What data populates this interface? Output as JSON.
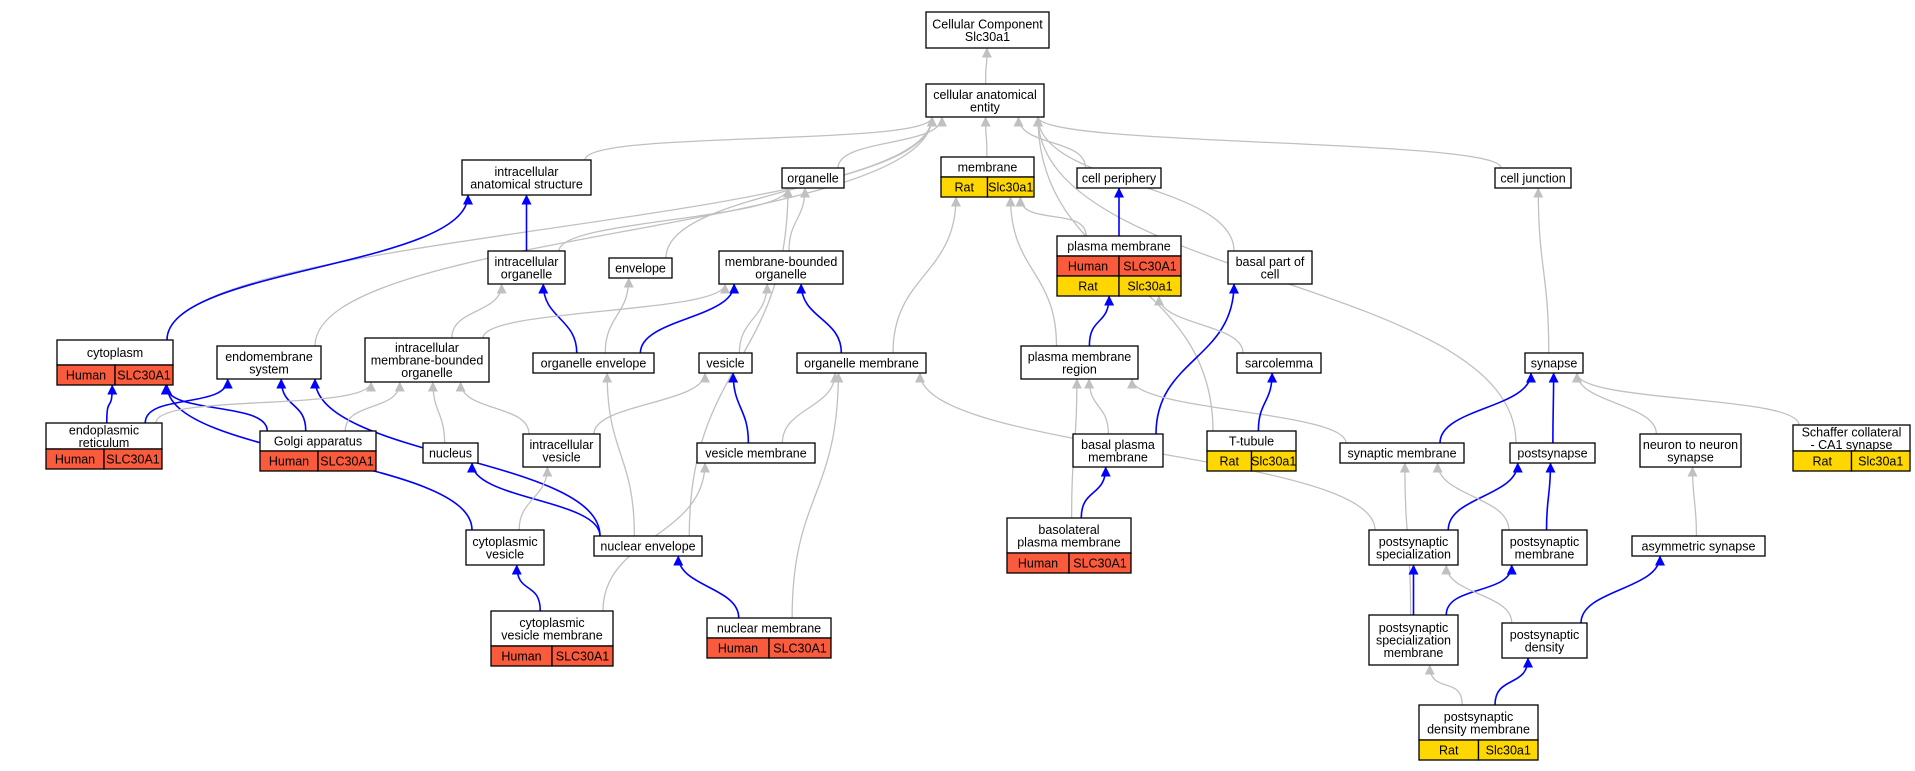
{
  "colors": {
    "human": "#f95b3c",
    "rat": "#ffd700",
    "part_of_edge": "#0000ff",
    "is_a_edge": "#c0c0c0"
  },
  "nodes": {
    "root": [
      "Cellular Component",
      "Slc30a1"
    ],
    "cae": [
      "cellular anatomical",
      "entity"
    ],
    "ias": [
      "intracellular",
      "anatomical structure"
    ],
    "organelle": [
      "organelle"
    ],
    "membrane": [
      "membrane"
    ],
    "cellperiph": [
      "cell periphery"
    ],
    "celljunction": [
      "cell junction"
    ],
    "intracellorg": [
      "intracellular",
      "organelle"
    ],
    "envelope": [
      "envelope"
    ],
    "mbo": [
      "membrane-bounded",
      "organelle"
    ],
    "plasmamem": [
      "plasma membrane"
    ],
    "basalpart": [
      "basal part of",
      "cell"
    ],
    "cytoplasm": [
      "cytoplasm"
    ],
    "endomem": [
      "endomembrane",
      "system"
    ],
    "imbo": [
      "intracellular",
      "membrane-bounded",
      "organelle"
    ],
    "orgenv": [
      "organelle envelope"
    ],
    "vesicle": [
      "vesicle"
    ],
    "orgmem": [
      "organelle membrane"
    ],
    "pmregion": [
      "plasma membrane",
      "region"
    ],
    "sarcolemma": [
      "sarcolemma"
    ],
    "synapse": [
      "synapse"
    ],
    "er": [
      "endoplasmic",
      "reticulum"
    ],
    "golgi": [
      "Golgi apparatus"
    ],
    "nucleus": [
      "nucleus"
    ],
    "icvesicle": [
      "intracellular",
      "vesicle"
    ],
    "vesmem": [
      "vesicle membrane"
    ],
    "basalpm": [
      "basal plasma",
      "membrane"
    ],
    "ttubule": [
      "T-tubule"
    ],
    "synmem": [
      "synaptic membrane"
    ],
    "postsynapse": [
      "postsynapse"
    ],
    "n2n": [
      "neuron to neuron",
      "synapse"
    ],
    "schaffer": [
      "Schaffer collateral",
      "- CA1 synapse"
    ],
    "cytovesicle": [
      "cytoplasmic",
      "vesicle"
    ],
    "nucenv": [
      "nuclear envelope"
    ],
    "basolateral": [
      "basolateral",
      "plasma membrane"
    ],
    "pss": [
      "postsynaptic",
      "specialization"
    ],
    "psm": [
      "postsynaptic",
      "membrane"
    ],
    "asym": [
      "asymmetric synapse"
    ],
    "cvm": [
      "cytoplasmic",
      "vesicle membrane"
    ],
    "nucmem": [
      "nuclear membrane"
    ],
    "pssm": [
      "postsynaptic",
      "specialization",
      "membrane"
    ],
    "psd": [
      "postsynaptic",
      "density"
    ],
    "psdm": [
      "postsynaptic",
      "density membrane"
    ]
  },
  "annotations": {
    "membrane": [
      [
        "Rat",
        "Slc30a1"
      ]
    ],
    "plasmamem": [
      [
        "Human",
        "SLC30A1"
      ],
      [
        "Rat",
        "Slc30a1"
      ]
    ],
    "cytoplasm": [
      [
        "Human",
        "SLC30A1"
      ]
    ],
    "er": [
      [
        "Human",
        "SLC30A1"
      ]
    ],
    "golgi": [
      [
        "Human",
        "SLC30A1"
      ]
    ],
    "ttubule": [
      [
        "Rat",
        "Slc30a1"
      ]
    ],
    "schaffer": [
      [
        "Rat",
        "Slc30a1"
      ]
    ],
    "basolateral": [
      [
        "Human",
        "SLC30A1"
      ]
    ],
    "cvm": [
      [
        "Human",
        "SLC30A1"
      ]
    ],
    "nucmem": [
      [
        "Human",
        "SLC30A1"
      ]
    ],
    "psdm": [
      [
        "Rat",
        "Slc30a1"
      ]
    ]
  },
  "edges": [
    {
      "from": "cae",
      "to": "root",
      "type": "is_a"
    },
    {
      "from": "ias",
      "to": "cae",
      "type": "is_a"
    },
    {
      "from": "organelle",
      "to": "cae",
      "type": "is_a"
    },
    {
      "from": "membrane",
      "to": "cae",
      "type": "is_a"
    },
    {
      "from": "cellperiph",
      "to": "cae",
      "type": "is_a"
    },
    {
      "from": "celljunction",
      "to": "cae",
      "type": "is_a"
    },
    {
      "from": "cytoplasm",
      "to": "cae",
      "type": "is_a"
    },
    {
      "from": "endomem",
      "to": "cae",
      "type": "is_a"
    },
    {
      "from": "envelope",
      "to": "cae",
      "type": "is_a"
    },
    {
      "from": "basalpart",
      "to": "cae",
      "type": "is_a"
    },
    {
      "from": "ttubule",
      "to": "cae",
      "type": "is_a"
    },
    {
      "from": "postsynapse",
      "to": "cae",
      "type": "is_a"
    },
    {
      "from": "cytoplasm",
      "to": "ias",
      "type": "part_of"
    },
    {
      "from": "intracellorg",
      "to": "ias",
      "type": "part_of"
    },
    {
      "from": "intracellorg",
      "to": "organelle",
      "type": "is_a"
    },
    {
      "from": "mbo",
      "to": "organelle",
      "type": "is_a"
    },
    {
      "from": "nucenv",
      "to": "organelle",
      "type": "is_a"
    },
    {
      "from": "plasmamem",
      "to": "cellperiph",
      "type": "part_of"
    },
    {
      "from": "plasmamem",
      "to": "membrane",
      "type": "is_a"
    },
    {
      "from": "orgmem",
      "to": "membrane",
      "type": "is_a"
    },
    {
      "from": "pmregion",
      "to": "membrane",
      "type": "is_a"
    },
    {
      "from": "orgenv",
      "to": "envelope",
      "type": "is_a"
    },
    {
      "from": "orgenv",
      "to": "intracellorg",
      "type": "part_of"
    },
    {
      "from": "orgenv",
      "to": "mbo",
      "type": "part_of"
    },
    {
      "from": "orgmem",
      "to": "mbo",
      "type": "part_of"
    },
    {
      "from": "vesicle",
      "to": "mbo",
      "type": "is_a"
    },
    {
      "from": "imbo",
      "to": "intracellorg",
      "type": "is_a"
    },
    {
      "from": "imbo",
      "to": "mbo",
      "type": "is_a"
    },
    {
      "from": "basalpm",
      "to": "basalpart",
      "type": "part_of"
    },
    {
      "from": "pmregion",
      "to": "plasmamem",
      "type": "part_of"
    },
    {
      "from": "sarcolemma",
      "to": "plasmamem",
      "type": "is_a"
    },
    {
      "from": "synapse",
      "to": "celljunction",
      "type": "is_a"
    },
    {
      "from": "er",
      "to": "cytoplasm",
      "type": "part_of"
    },
    {
      "from": "golgi",
      "to": "cytoplasm",
      "type": "part_of"
    },
    {
      "from": "cytovesicle",
      "to": "cytoplasm",
      "type": "part_of"
    },
    {
      "from": "er",
      "to": "endomem",
      "type": "part_of"
    },
    {
      "from": "golgi",
      "to": "endomem",
      "type": "part_of"
    },
    {
      "from": "nucenv",
      "to": "endomem",
      "type": "part_of"
    },
    {
      "from": "er",
      "to": "imbo",
      "type": "is_a"
    },
    {
      "from": "golgi",
      "to": "imbo",
      "type": "is_a"
    },
    {
      "from": "nucleus",
      "to": "imbo",
      "type": "is_a"
    },
    {
      "from": "icvesicle",
      "to": "imbo",
      "type": "is_a"
    },
    {
      "from": "nucenv",
      "to": "orgenv",
      "type": "is_a"
    },
    {
      "from": "vesmem",
      "to": "vesicle",
      "type": "part_of"
    },
    {
      "from": "icvesicle",
      "to": "vesicle",
      "type": "is_a"
    },
    {
      "from": "vesmem",
      "to": "orgmem",
      "type": "is_a"
    },
    {
      "from": "nucmem",
      "to": "orgmem",
      "type": "is_a"
    },
    {
      "from": "basalpm",
      "to": "pmregion",
      "type": "is_a"
    },
    {
      "from": "basolateral",
      "to": "pmregion",
      "type": "is_a"
    },
    {
      "from": "synmem",
      "to": "pmregion",
      "type": "is_a"
    },
    {
      "from": "ttubule",
      "to": "sarcolemma",
      "type": "part_of"
    },
    {
      "from": "synmem",
      "to": "synapse",
      "type": "part_of"
    },
    {
      "from": "postsynapse",
      "to": "synapse",
      "type": "part_of"
    },
    {
      "from": "n2n",
      "to": "synapse",
      "type": "is_a"
    },
    {
      "from": "schaffer",
      "to": "synapse",
      "type": "is_a"
    },
    {
      "from": "nucenv",
      "to": "nucleus",
      "type": "part_of"
    },
    {
      "from": "cytovesicle",
      "to": "icvesicle",
      "type": "is_a"
    },
    {
      "from": "basolateral",
      "to": "basalpm",
      "type": "part_of"
    },
    {
      "from": "pss",
      "to": "postsynapse",
      "type": "part_of"
    },
    {
      "from": "psm",
      "to": "postsynapse",
      "type": "part_of"
    },
    {
      "from": "psm",
      "to": "synmem",
      "type": "is_a"
    },
    {
      "from": "pssm",
      "to": "synmem",
      "type": "is_a"
    },
    {
      "from": "pss",
      "to": "orgmem",
      "type": "is_a"
    },
    {
      "from": "asym",
      "to": "n2n",
      "type": "is_a"
    },
    {
      "from": "cvm",
      "to": "cytovesicle",
      "type": "part_of"
    },
    {
      "from": "cvm",
      "to": "vesmem",
      "type": "is_a"
    },
    {
      "from": "nucmem",
      "to": "nucenv",
      "type": "part_of"
    },
    {
      "from": "pssm",
      "to": "pss",
      "type": "part_of"
    },
    {
      "from": "pssm",
      "to": "psm",
      "type": "part_of"
    },
    {
      "from": "psd",
      "to": "pss",
      "type": "is_a"
    },
    {
      "from": "psd",
      "to": "asym",
      "type": "part_of"
    },
    {
      "from": "psdm",
      "to": "psd",
      "type": "part_of"
    },
    {
      "from": "psdm",
      "to": "pssm",
      "type": "is_a"
    }
  ]
}
